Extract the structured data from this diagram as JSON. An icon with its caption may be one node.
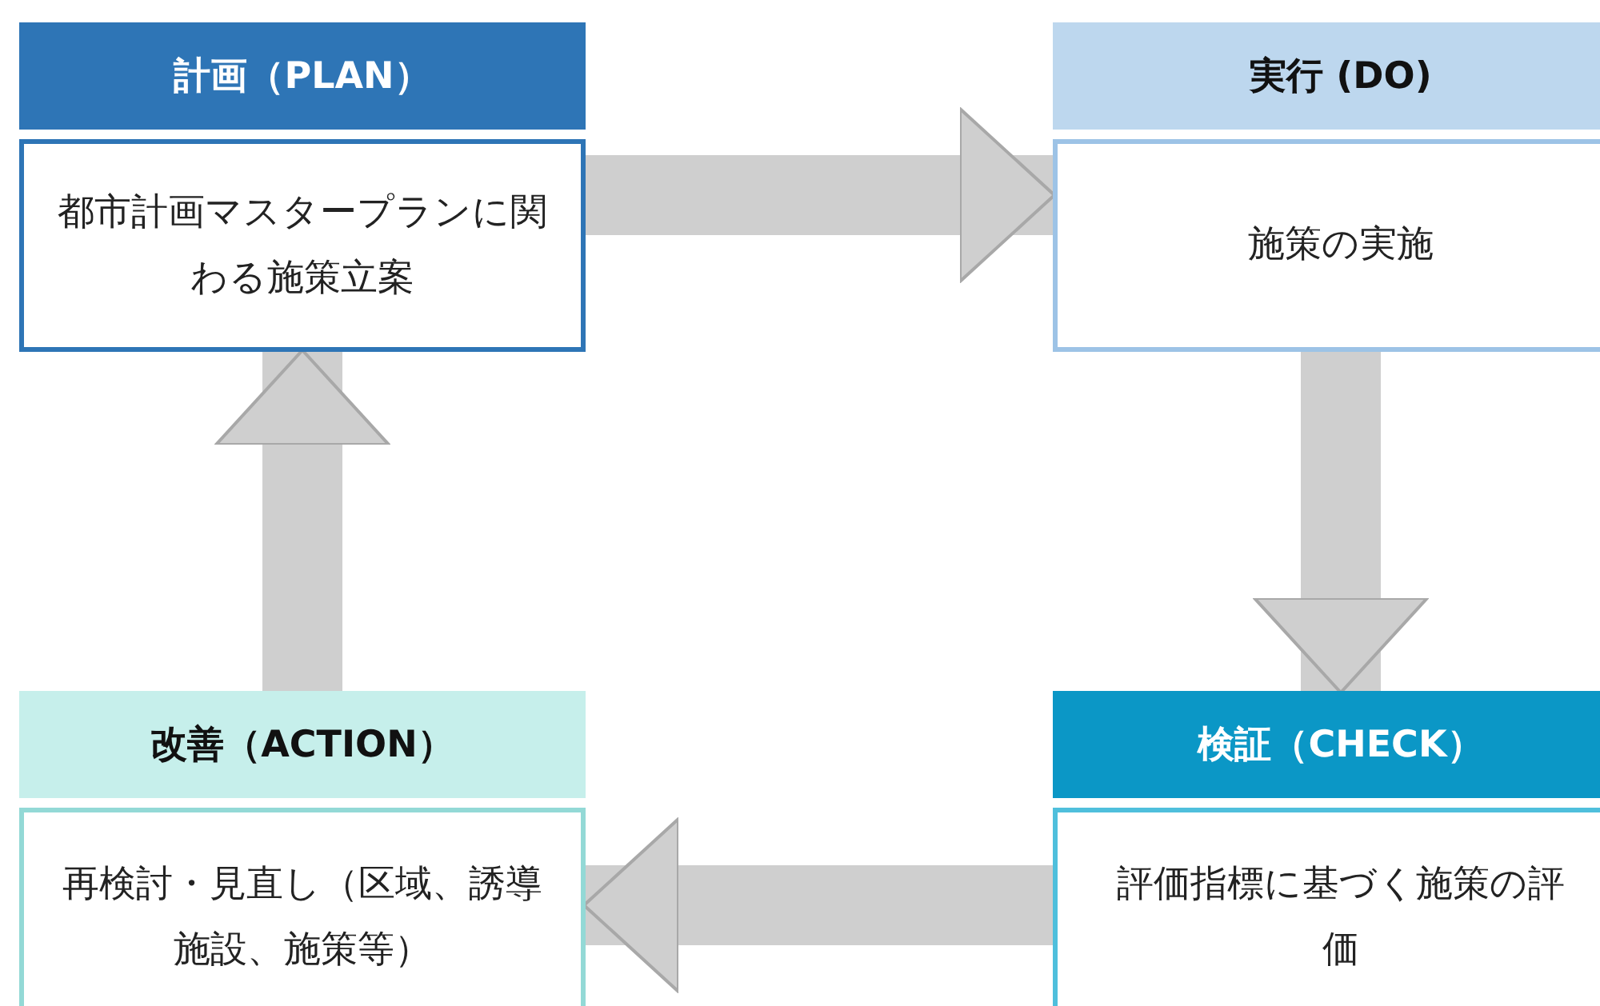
{
  "diagram": {
    "nodes": [
      {
        "text": [
          "計画（PLAN）",
          "都市計画マスタープランに関わる施策立案"
        ]
      },
      {
        "text": [
          "実行 (DO)",
          "施策の実施"
        ]
      },
      {
        "text": [
          "検証（CHECK）",
          "評価指標に基づく施策の評価"
        ]
      },
      {
        "text": [
          "改善（ACTION）",
          "再検討・見直し（区域、誘導施設、施策等）"
        ]
      }
    ],
    "edges": [
      {
        "from": 0,
        "to": 1,
        "arrow": "to"
      },
      {
        "from": 1,
        "to": 2,
        "arrow": "to"
      },
      {
        "from": 2,
        "to": 3,
        "arrow": "to"
      },
      {
        "from": 3,
        "to": 0,
        "arrow": "to"
      }
    ]
  }
}
